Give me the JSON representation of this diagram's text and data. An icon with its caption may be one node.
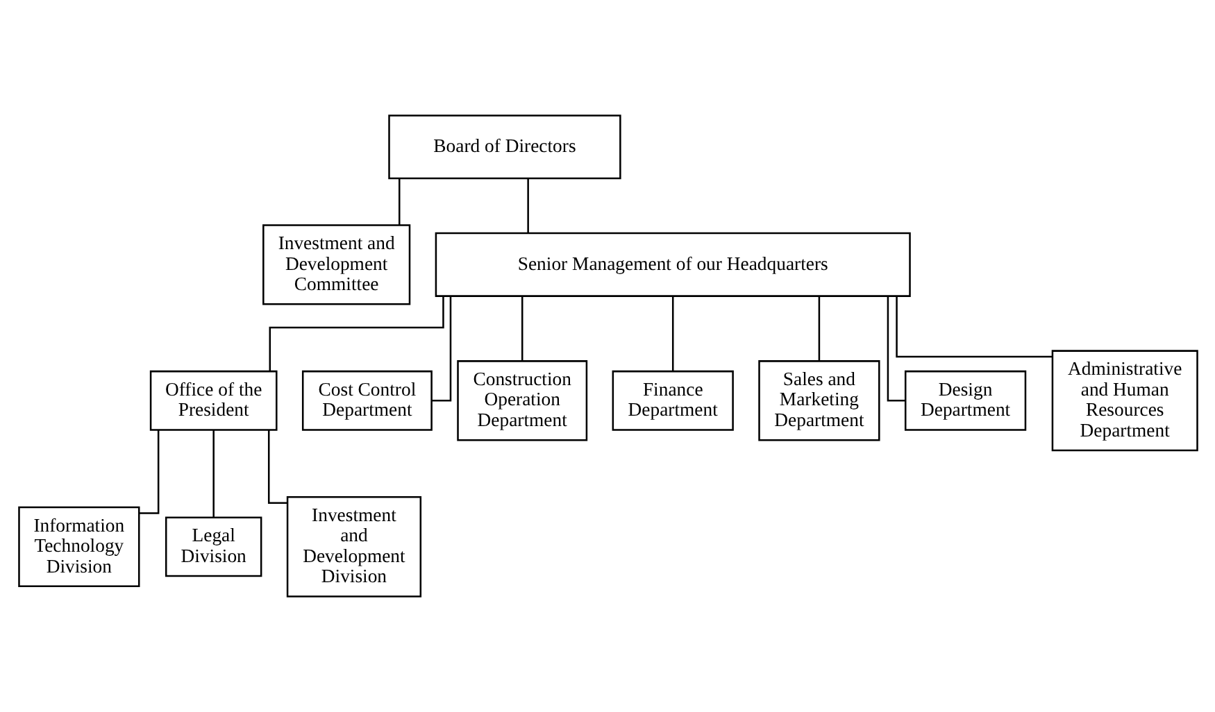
{
  "diagram": {
    "nodes": [
      {
        "text": [
          "Board of Directors"
        ]
      },
      {
        "text": [
          "Investment and Development Committee"
        ]
      },
      {
        "text": [
          "Senior Management of our Headquarters"
        ]
      },
      {
        "text": [
          "Office of the President"
        ]
      },
      {
        "text": [
          "Cost Control Department"
        ]
      },
      {
        "text": [
          "Construction Operation Department"
        ]
      },
      {
        "text": [
          "Finance Department"
        ]
      },
      {
        "text": [
          "Sales and Marketing Department"
        ]
      },
      {
        "text": [
          "Design Department"
        ]
      },
      {
        "text": [
          "Administrative and Human Resources Department"
        ]
      },
      {
        "text": [
          "Information Technology Division"
        ]
      },
      {
        "text": [
          "Legal Division"
        ]
      },
      {
        "text": [
          "Investment and Development Division"
        ]
      }
    ],
    "edges": [
      {
        "from": 0,
        "to": 1,
        "arrow": "none"
      },
      {
        "from": 0,
        "to": 2,
        "arrow": "none"
      },
      {
        "from": 2,
        "to": 3,
        "arrow": "none"
      },
      {
        "from": 2,
        "to": 4,
        "arrow": "none"
      },
      {
        "from": 2,
        "to": 5,
        "arrow": "none"
      },
      {
        "from": 2,
        "to": 6,
        "arrow": "none"
      },
      {
        "from": 2,
        "to": 7,
        "arrow": "none"
      },
      {
        "from": 2,
        "to": 8,
        "arrow": "none"
      },
      {
        "from": 2,
        "to": 9,
        "arrow": "none"
      },
      {
        "from": 3,
        "to": 10,
        "arrow": "none"
      },
      {
        "from": 3,
        "to": 11,
        "arrow": "none"
      },
      {
        "from": 3,
        "to": 12,
        "arrow": "none"
      }
    ]
  }
}
